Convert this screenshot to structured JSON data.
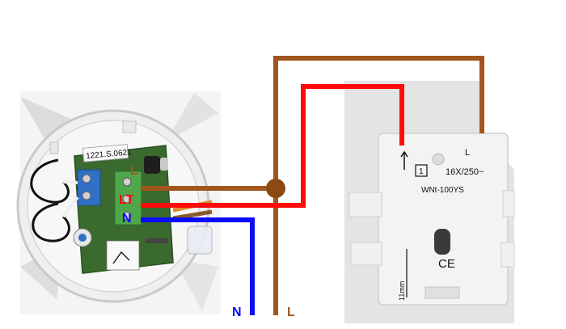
{
  "fan": {
    "pcb_label": "1221.S.0621",
    "terminal_L": "L",
    "terminal_LT": "LT",
    "terminal_N": "N"
  },
  "switch": {
    "terminal_L": "L",
    "box_number": "1",
    "rating": "16X/250~",
    "model": "WNt-100YS",
    "ce_mark": "CE",
    "strip_length": "11mm"
  },
  "wires": {
    "neutral_label": "N",
    "live_label": "L"
  },
  "colors": {
    "live": "#a0561c",
    "switched_live": "#ff0a0a",
    "neutral": "#0a0aff",
    "pcb_green": "#3a6a2e",
    "terminal_green": "#4ea84a",
    "terminal_blue": "#2f6fc6",
    "switch_body": "#f3f3f3"
  }
}
